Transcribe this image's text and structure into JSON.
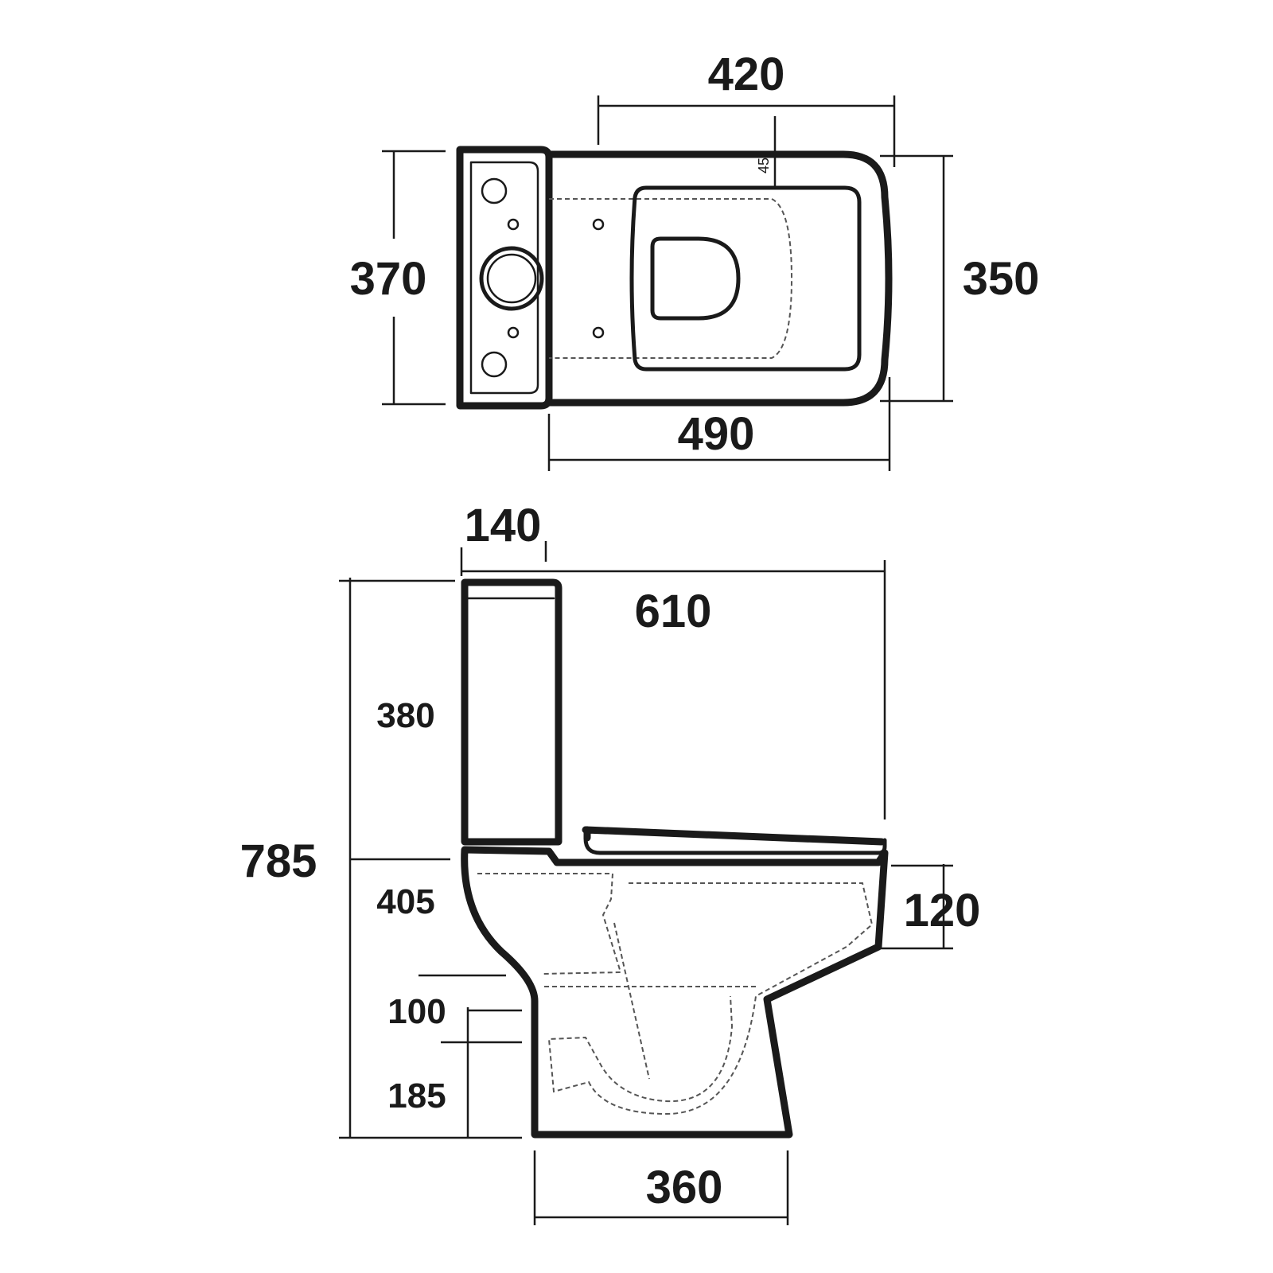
{
  "plan_view": {
    "dims": {
      "seat_width": "420",
      "seat_offset": "45",
      "cistern_depth": "370",
      "pan_depth": "350",
      "pan_length": "490"
    }
  },
  "side_view": {
    "dims": {
      "cistern_width": "140",
      "overall_length": "610",
      "cistern_height": "380",
      "overall_height": "785",
      "seat_height": "405",
      "rim_depth": "120",
      "outlet_diameter": "100",
      "outlet_height": "185",
      "base_width": "360"
    }
  }
}
